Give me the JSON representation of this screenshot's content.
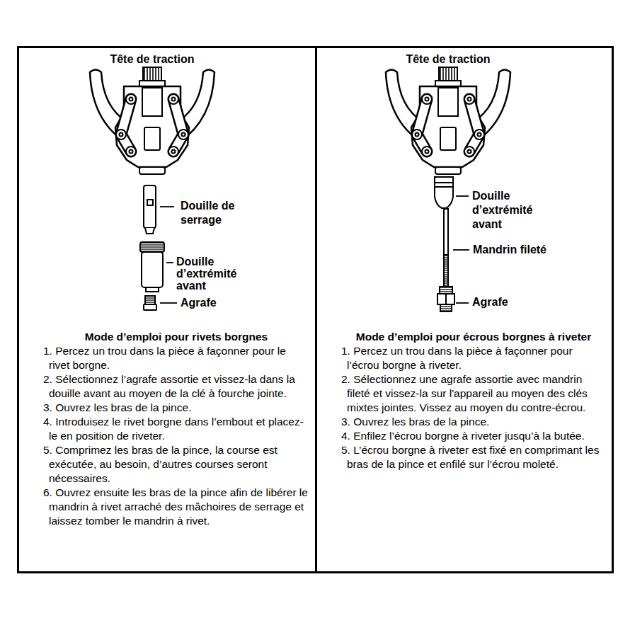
{
  "diagram": {
    "nodes": [
      {
        "text": [
          "Mode d’emploi pour rivets borgnes",
          "1. Percez un trou dans la pièce à façonner pour le rivet borgne.",
          "2. Sélectionnez l’agrafe assortie et vissez-la dans la douille avant au moyen de la clé à fourche jointe.",
          "3. Ouvrez les bras de la pince.",
          "4. Introduisez le rivet borgne dans l’embout et placez-le en position de riveter.",
          "5. Comprimez les bras de la pince, la course est exécutée, au besoin, d’autres courses seront nécessaires.",
          "6. Ouvrez ensuite les bras de la pince afin de libérer le mandrin à rivet arraché des mâchoires de serrage et laissez tomber le mandrin à rivet."
        ]
      },
      {
        "text": [
          "Mode d’emploi pour écrous borgnes à riveter",
          "1. Percez un trou dans la pièce à façonner pour l’écrou borgne à riveter.",
          "2. Sélectionnez une agrafe assortie avec mandrin fileté et vissez-la sur l'appareil au moyen des clés mixtes jointes. Vissez au moyen du contre-écrou.",
          "3. Ouvrez les bras de la pince.",
          "4. Enfilez l’écrou borgne à riveter jusqu’à la butée.",
          "5. L’écrou borgne à riveter est fixé en comprimant les bras de la pince et enfilé sur l’écrou moleté."
        ]
      }
    ],
    "labels": [
      "Tête de traction",
      "Douille de serrage",
      "Douille d’extrémité avant",
      "Agrafe",
      "Tête de traction",
      "Douille d’extrémité avant",
      "Mandrin fileté",
      "Agrafe"
    ]
  }
}
